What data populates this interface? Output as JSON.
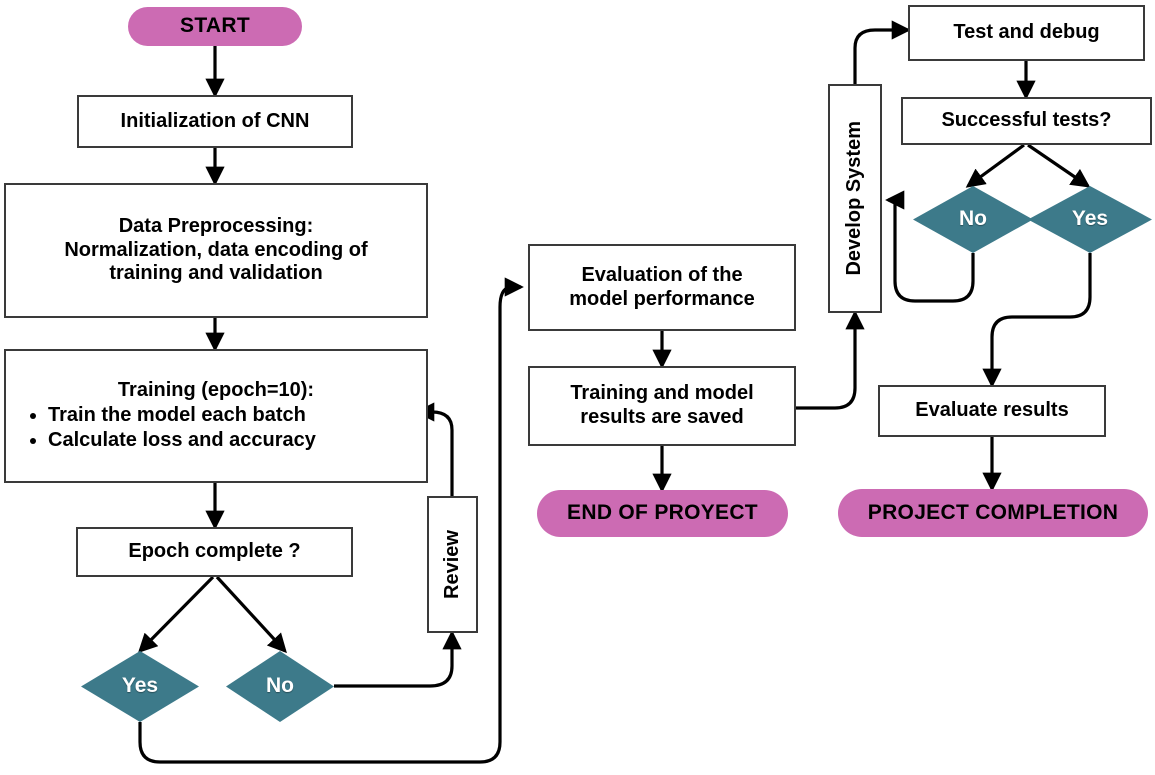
{
  "diagram": {
    "title": "CNN training and project development flowchart",
    "colors": {
      "terminator_fill": "#cc6bb3",
      "decision_fill": "#3d7a8a",
      "process_fill": "#ffffff",
      "stroke": "#3a3a3a",
      "edge": "#000000",
      "text": "#000000",
      "decision_text": "#ffffff"
    },
    "nodes": {
      "start": {
        "label": "START",
        "shape": "terminator"
      },
      "init_cnn": {
        "label": "Initialization of CNN",
        "shape": "process"
      },
      "preprocessing": {
        "line1": "Data Preprocessing:",
        "line2": "Normalization, data encoding of",
        "line3": "training and validation",
        "shape": "process"
      },
      "training": {
        "heading": "Training (epoch=10):",
        "bullets": [
          "Train the model each batch",
          "Calculate loss and accuracy"
        ],
        "shape": "process"
      },
      "epoch_complete": {
        "label": "Epoch complete ?",
        "shape": "process"
      },
      "epoch_yes": {
        "label": "Yes",
        "shape": "decision"
      },
      "epoch_no": {
        "label": "No",
        "shape": "decision"
      },
      "review": {
        "label": "Review",
        "shape": "process",
        "orientation": "vertical"
      },
      "evaluation": {
        "line1": "Evaluation of the",
        "line2": "model performance",
        "shape": "process"
      },
      "results_saved": {
        "line1": "Training and model",
        "line2": "results are saved",
        "shape": "process"
      },
      "end_of_project": {
        "label": "END OF PROYECT",
        "shape": "terminator"
      },
      "develop_system": {
        "label": "Develop System",
        "shape": "process",
        "orientation": "vertical"
      },
      "test_debug": {
        "label": "Test and debug",
        "shape": "process"
      },
      "successful_tests": {
        "label": "Successful tests?",
        "shape": "process"
      },
      "tests_no": {
        "label": "No",
        "shape": "decision"
      },
      "tests_yes": {
        "label": "Yes",
        "shape": "decision"
      },
      "evaluate_results": {
        "label": "Evaluate results",
        "shape": "process"
      },
      "project_completion": {
        "label": "PROJECT COMPLETION",
        "shape": "terminator"
      }
    },
    "edges": [
      {
        "from": "start",
        "to": "init_cnn",
        "label": ""
      },
      {
        "from": "init_cnn",
        "to": "preprocessing",
        "label": ""
      },
      {
        "from": "preprocessing",
        "to": "training",
        "label": ""
      },
      {
        "from": "training",
        "to": "epoch_complete",
        "label": ""
      },
      {
        "from": "epoch_complete",
        "to": "epoch_yes",
        "label": ""
      },
      {
        "from": "epoch_complete",
        "to": "epoch_no",
        "label": ""
      },
      {
        "from": "epoch_no",
        "to": "review",
        "label": ""
      },
      {
        "from": "review",
        "to": "training",
        "label": ""
      },
      {
        "from": "epoch_yes",
        "to": "evaluation",
        "label": ""
      },
      {
        "from": "evaluation",
        "to": "results_saved",
        "label": ""
      },
      {
        "from": "results_saved",
        "to": "end_of_project",
        "label": ""
      },
      {
        "from": "results_saved",
        "to": "develop_system",
        "label": ""
      },
      {
        "from": "develop_system",
        "to": "test_debug",
        "label": ""
      },
      {
        "from": "test_debug",
        "to": "successful_tests",
        "label": ""
      },
      {
        "from": "successful_tests",
        "to": "tests_no",
        "label": ""
      },
      {
        "from": "successful_tests",
        "to": "tests_yes",
        "label": ""
      },
      {
        "from": "tests_no",
        "to": "develop_system",
        "label": ""
      },
      {
        "from": "tests_yes",
        "to": "evaluate_results",
        "label": ""
      },
      {
        "from": "evaluate_results",
        "to": "project_completion",
        "label": ""
      }
    ]
  }
}
